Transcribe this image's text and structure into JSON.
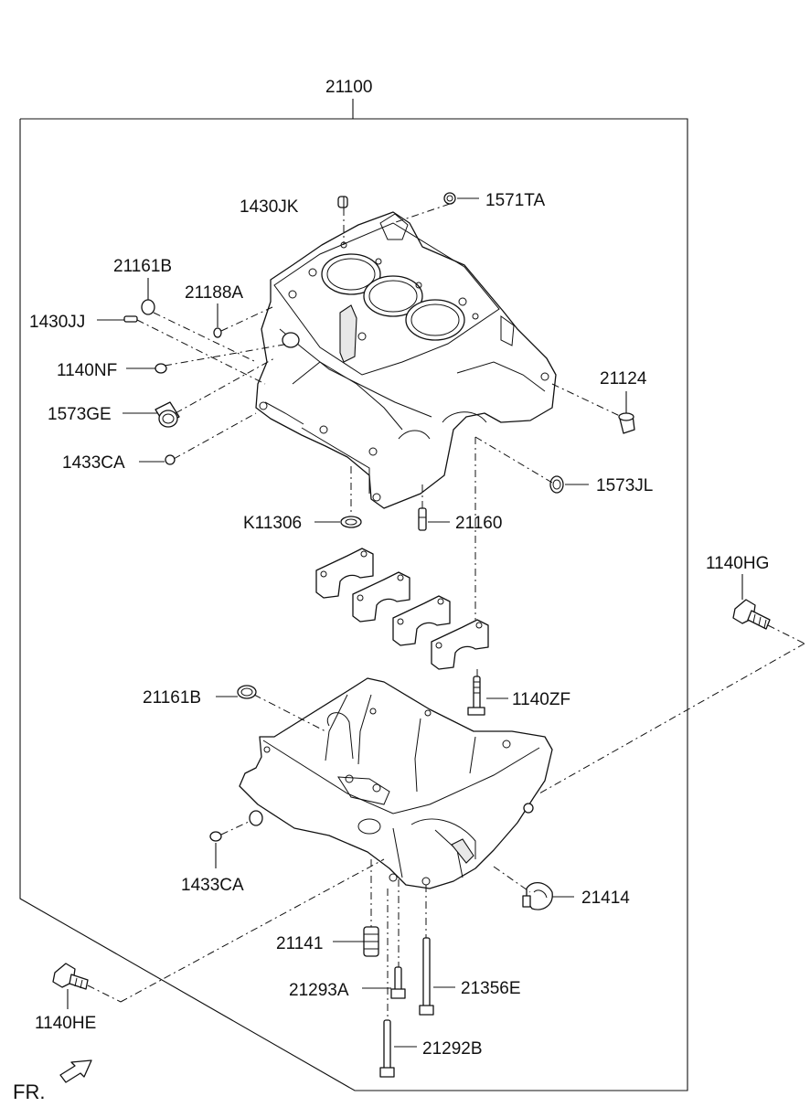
{
  "labels": {
    "assy": "21100",
    "l1430JK": "1430JK",
    "l1571TA": "1571TA",
    "l21161B_top": "21161B",
    "l21188A": "21188A",
    "l1430JJ": "1430JJ",
    "l1140NF": "1140NF",
    "l1573GE": "1573GE",
    "l1433CA_top": "1433CA",
    "l21124": "21124",
    "l1573JL": "1573JL",
    "lK11306": "K11306",
    "l21160": "21160",
    "l1140HG": "1140HG",
    "l21161B_bot": "21161B",
    "l1140ZF": "1140ZF",
    "l1433CA_bot": "1433CA",
    "l21414": "21414",
    "l21141": "21141",
    "l21293A": "21293A",
    "l21356E": "21356E",
    "l1140HE": "1140HE",
    "l21292B": "21292B",
    "front": "FR."
  }
}
